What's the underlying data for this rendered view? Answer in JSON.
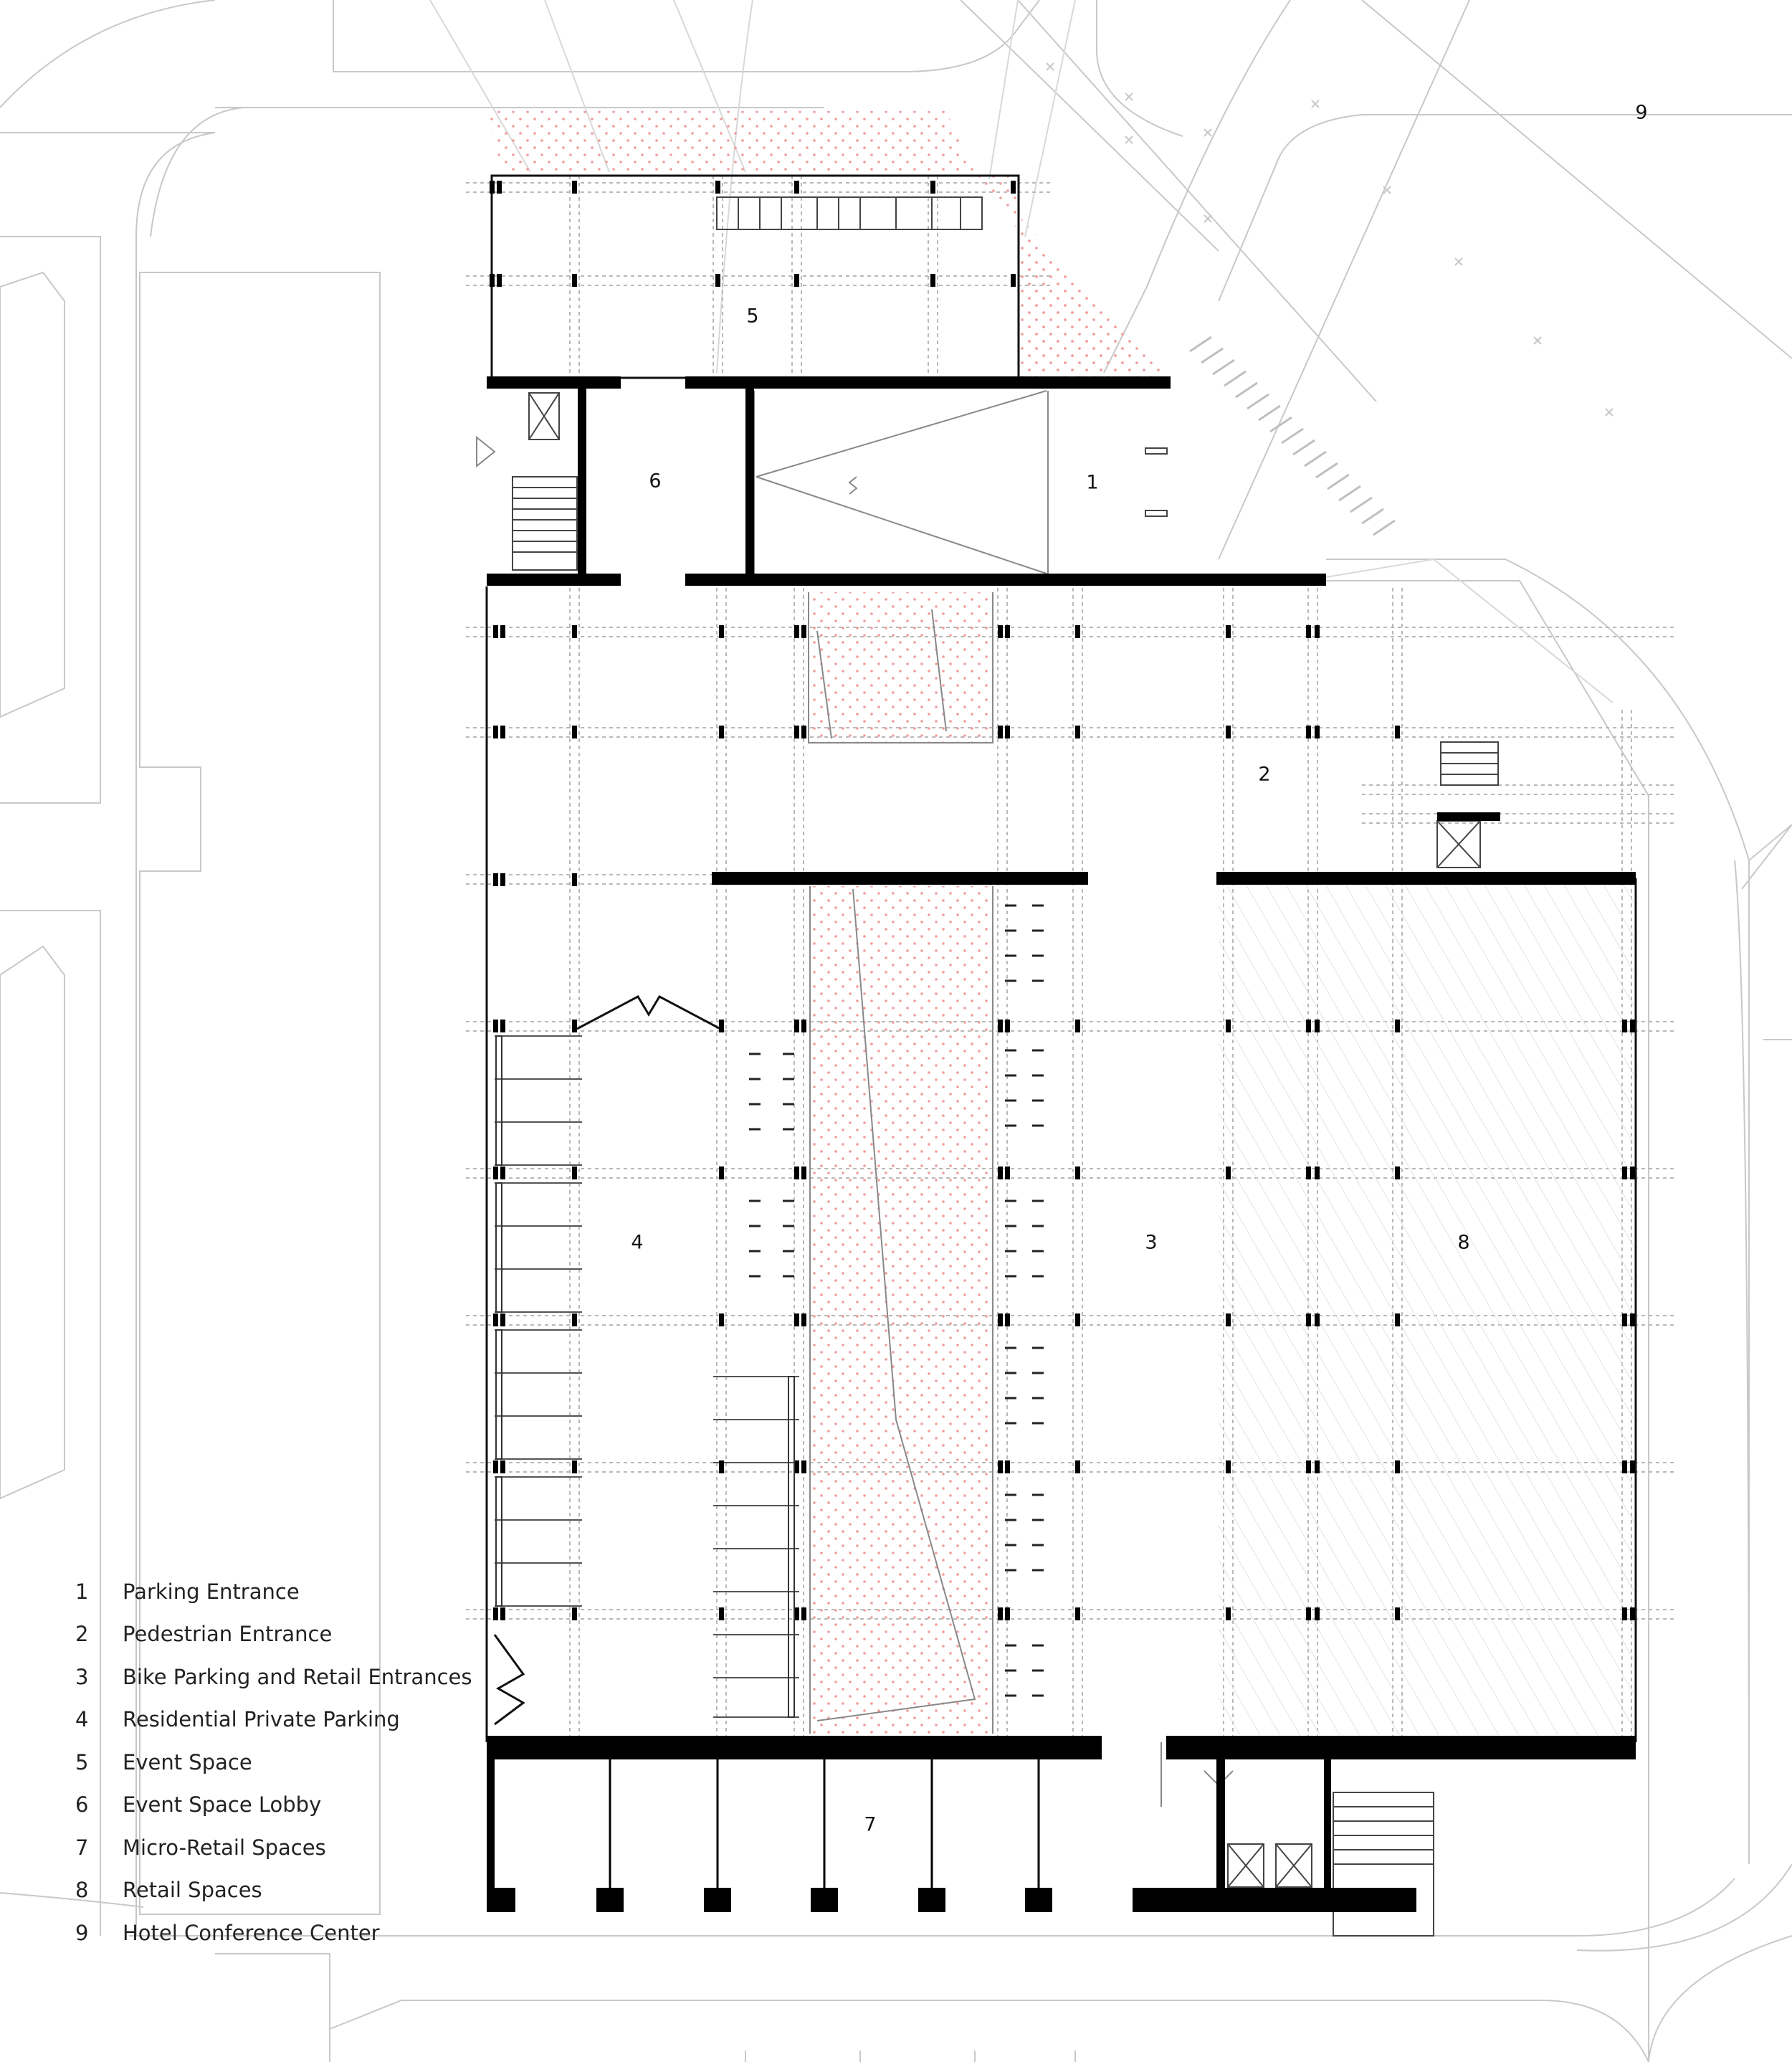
{
  "rooms": [
    {
      "num": "1"
    },
    {
      "num": "2"
    },
    {
      "num": "3"
    },
    {
      "num": "4"
    },
    {
      "num": "5"
    },
    {
      "num": "6"
    },
    {
      "num": "7"
    },
    {
      "num": "8"
    },
    {
      "num": "9"
    }
  ],
  "legend": [
    {
      "num": "1",
      "label": "Parking Entrance"
    },
    {
      "num": "2",
      "label": "Pedestrian Entrance"
    },
    {
      "num": "3",
      "label": "Bike Parking and Retail Entrances"
    },
    {
      "num": "4",
      "label": "Residential Private Parking"
    },
    {
      "num": "5",
      "label": "Event Space"
    },
    {
      "num": "6",
      "label": "Event Space Lobby"
    },
    {
      "num": "7",
      "label": "Micro-Retail Spaces"
    },
    {
      "num": "8",
      "label": "Retail Spaces"
    },
    {
      "num": "9",
      "label": "Hotel Conference Center"
    }
  ],
  "colors": {
    "wall": "#000000",
    "dots": "#f29a9a",
    "linework": "#c8c8c8"
  }
}
